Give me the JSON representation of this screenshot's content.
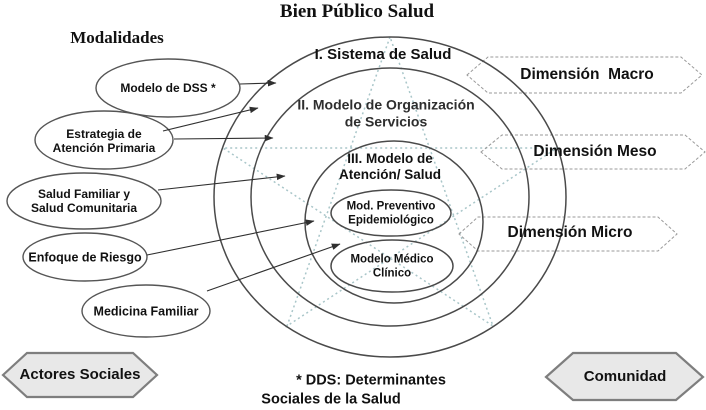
{
  "title": "Bien Público Salud",
  "modalidades": {
    "heading": "Modalidades",
    "ovals": [
      {
        "label": "Modelo de DSS *"
      },
      {
        "label": "Estrategia de\nAtención Primaria"
      },
      {
        "label": "Salud Familiar y\nSalud Comunitaria"
      },
      {
        "label": "Enfoque de Riesgo"
      },
      {
        "label": "Medicina Familiar"
      }
    ]
  },
  "levels": {
    "level1": "I. Sistema de Salud",
    "level2": "II. Modelo de Organización\nde Servicios",
    "level3": "III. Modelo de\nAtención/ Salud",
    "preventivo": "Mod. Preventivo\nEpidemiológico",
    "clinico": "Modelo Médico\nClínico"
  },
  "dimensions": {
    "macro": "Dimensión  Macro",
    "meso": "Dimensión Meso",
    "micro": "Dimensión Micro"
  },
  "bottom": {
    "actores": "Actores Sociales",
    "comunidad": "Comunidad",
    "footnote_line1": "* DDS: Determinantes",
    "footnote_line2": "Sociales de la Salud"
  },
  "colors": {
    "star_dotted": "#a9c6c9",
    "line_stroke": "#4a4a4a",
    "banner_stroke": "#9a9a9a",
    "hexagon_fill": "#e8e8e8",
    "hexagon_stroke": "#7e7e7e"
  }
}
